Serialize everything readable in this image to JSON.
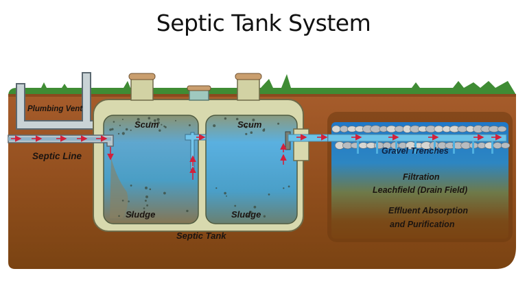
{
  "title": "Septic Tank System",
  "labels": {
    "plumbing_vent": "Plumbing Vent",
    "septic_line": "Septic Line",
    "scum_1": "Scum",
    "scum_2": "Scum",
    "sludge_1": "Sludge",
    "sludge_2": "Sludge",
    "septic_tank": "Septic Tank",
    "gravel_trenches": "Gravel Trenches",
    "filtration": "Filtration",
    "leachfield": "Leachfield (Drain Field)",
    "effluent_1": "Effluent Absorption",
    "effluent_2": "and Purification"
  },
  "colors": {
    "soil": "#a0582a",
    "soil_dark": "#7a4312",
    "grass": "#3f8c34",
    "tank_shell": "#d8d9ae",
    "water_blue": "#4aa6d8",
    "sludge": "#7d7a5a",
    "pipe": "#c9d3d6",
    "flow_arrow": "#d3203a",
    "gravel": "#c8c8c8",
    "drain_blue": "#2a7fc4"
  }
}
